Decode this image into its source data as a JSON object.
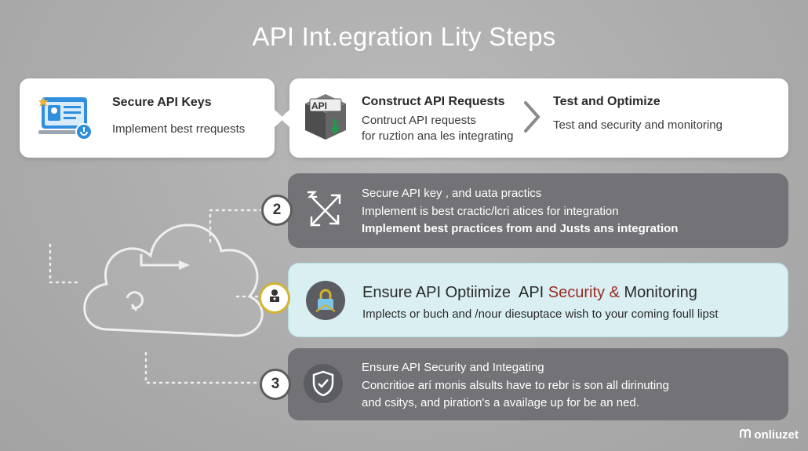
{
  "title": "API Int.egration Lity Steps",
  "top_cards": [
    {
      "title": "Secure API Keys",
      "desc": "Implement best rrequests"
    },
    {
      "title": "Construct API Requests",
      "desc_1": "Contruct API requests",
      "desc_2": "for ruztion ana les integrating",
      "icon_label": "API"
    },
    {
      "title": "Test and Optimize",
      "desc": "Test and security and monitoring"
    }
  ],
  "steps": [
    {
      "badge": "2",
      "line_1": "Secure API key , and uata practics",
      "line_2": "Implement is best cractic/lcri atices for integration",
      "line_3": "Implement best practices from and Justs ans integration"
    },
    {
      "badge": "",
      "title_a": "Ensure API Optiimize  API",
      "title_b": "Security &",
      "title_c": "Monitoring",
      "line_1": "Implects or buch and /nour diesuptace wish to your coming foull lipst"
    },
    {
      "badge": "3",
      "line_1": "Ensure API Security and Integating",
      "line_2": "Concritioe arí monis alsults have to rebr is son all dirinuting",
      "line_3": "and csitys, and piration's a availage up for be an ned."
    }
  ],
  "brand": "onliuzet",
  "colors": {
    "accent_red": "#9b2b22",
    "gold": "#d2b430",
    "dark_row": "#737277",
    "light_row": "#d9eff2"
  }
}
